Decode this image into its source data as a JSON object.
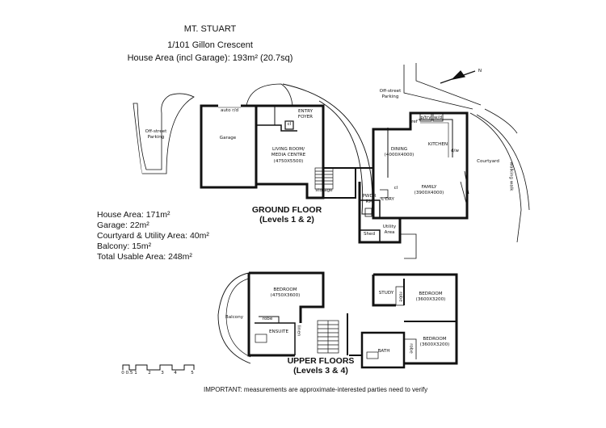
{
  "header": {
    "title": "MT. STUART",
    "address": "1/101 Gillon Crescent",
    "house_area": "House Area (incl Garage): 193m² (20.7sq)"
  },
  "stats": {
    "house_area": "House Area: 171m²",
    "garage": "Garage: 22m²",
    "courtyard": "Courtyard & Utility Area: 40m²",
    "balcony": "Balcony: 15m²",
    "total": "Total Usable Area: 248m²"
  },
  "ground_floor": {
    "title": "GROUND FLOOR",
    "subtitle": "(Levels 1 & 2)",
    "rooms": {
      "parking_left": "Off-street Parking",
      "parking_top": "Off-street Parking",
      "garage": "Garage",
      "auto_door": "auto r/d",
      "entry": "ENTRY FOYER",
      "entry_cl": "cl",
      "living": "LIVING ROOM/ MEDIA CENTRE",
      "living_dim": "(4750X5500)",
      "storage": "storage",
      "dining": "DINING",
      "dining_dim": "(4000X4000)",
      "kitchen": "KITCHEN",
      "pantry": "p/try",
      "wd": "w/d",
      "dw": "d/w",
      "ref": "ref",
      "family": "FAMILY",
      "family_dim": "(3900X4000)",
      "courtyard": "Courtyard",
      "walkway": "walking walk",
      "pwdr": "PWDR RM",
      "ldry": "L'DRY",
      "cl": "cl",
      "shed": "Shed",
      "utility": "Utility Area"
    }
  },
  "upper_floor": {
    "title": "UPPER FLOORS",
    "subtitle": "(Levels 3 & 4)",
    "rooms": {
      "bedroom1": "BEDROOM",
      "bedroom1_dim": "(4750X3600)",
      "balcony": "Balcony",
      "robe1": "robe",
      "ensuite": "ENSUITE",
      "linen": "linen",
      "study": "STUDY",
      "robe2": "robe",
      "bedroom2": "BEDROOM",
      "bedroom2_dim": "(3600X3200)",
      "robe3": "robe",
      "bedroom3": "BEDROOM",
      "bedroom3_dim": "(3600X3200)",
      "bath": "BATH"
    }
  },
  "scale": {
    "labels": [
      "0",
      "0.5",
      "1",
      "2",
      "3",
      "4",
      "5"
    ]
  },
  "compass": {
    "label": "N"
  },
  "footer": {
    "note": "IMPORTANT: measurements are approximate-interested parties need to verify"
  }
}
